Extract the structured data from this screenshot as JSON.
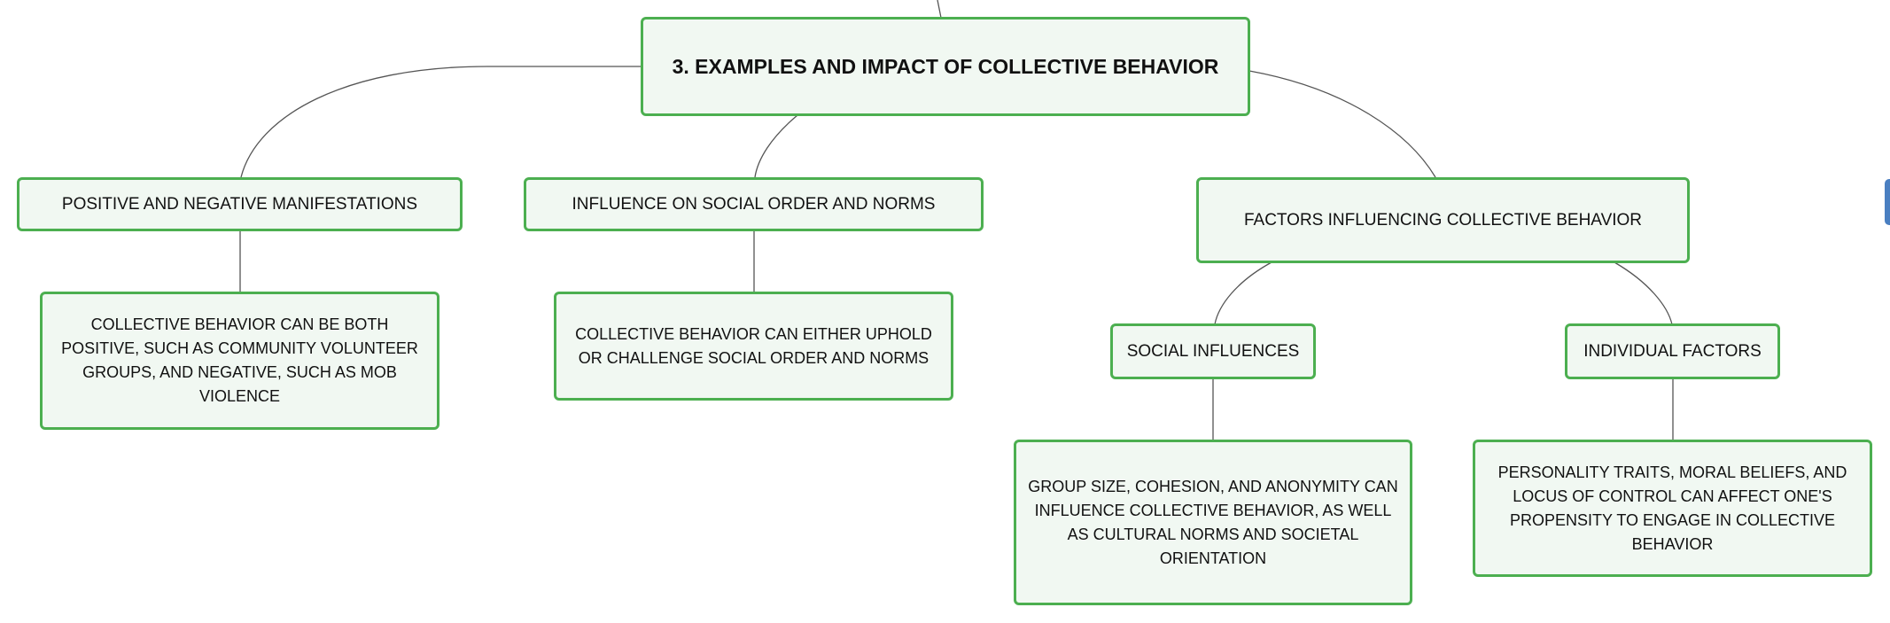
{
  "mindmap": {
    "root": {
      "label": "3. EXAMPLES AND IMPACT OF COLLECTIVE BEHAVIOR"
    },
    "branches": [
      {
        "label": "POSITIVE AND NEGATIVE MANIFESTATIONS",
        "detail": "COLLECTIVE BEHAVIOR CAN BE BOTH POSITIVE, SUCH AS COMMUNITY VOLUNTEER GROUPS, AND NEGATIVE, SUCH AS MOB VIOLENCE"
      },
      {
        "label": "INFLUENCE ON SOCIAL ORDER AND NORMS",
        "detail": "COLLECTIVE BEHAVIOR CAN EITHER UPHOLD OR CHALLENGE SOCIAL ORDER AND NORMS"
      },
      {
        "label": "FACTORS INFLUENCING COLLECTIVE BEHAVIOR",
        "children": [
          {
            "label": "SOCIAL INFLUENCES",
            "detail": "GROUP SIZE, COHESION, AND ANONYMITY CAN INFLUENCE COLLECTIVE BEHAVIOR, AS WELL AS CULTURAL NORMS AND SOCIETAL ORIENTATION"
          },
          {
            "label": "INDIVIDUAL FACTORS",
            "detail": "PERSONALITY TRAITS, MORAL BELIEFS, AND LOCUS OF CONTROL CAN AFFECT ONE'S PROPENSITY TO ENGAGE IN COLLECTIVE BEHAVIOR"
          }
        ]
      }
    ]
  },
  "colors": {
    "node_border": "#4caf50",
    "node_fill": "#f1f8f2",
    "connector": "#555555",
    "edge_tab": "#4a7fc1"
  }
}
